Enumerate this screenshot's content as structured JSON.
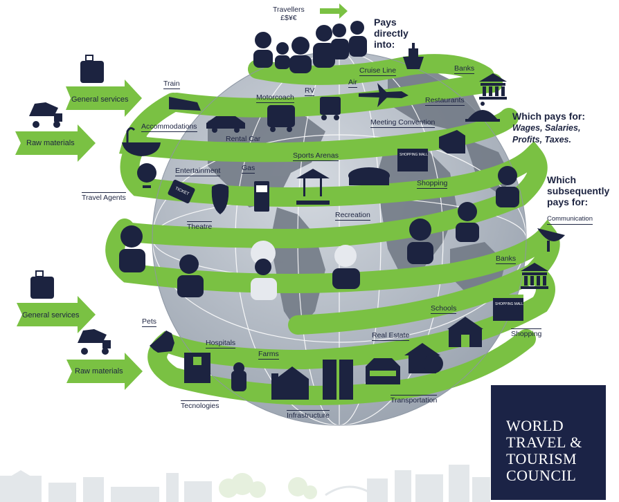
{
  "diagram": {
    "travellers": {
      "label": "Travellers",
      "currency": "£$¥€"
    },
    "headings": {
      "pays_directly": [
        "Pays",
        "directly",
        "into:"
      ],
      "which_pays_for": "Which pays for:",
      "wages": "Wages, Salaries,",
      "profits": "Profits, Taxes.",
      "which_subsequently": [
        "Which",
        "subsequently",
        "pays for:"
      ]
    },
    "inputs_top": {
      "general_services": "General services",
      "raw_materials": "Raw materials"
    },
    "inputs_bottom": {
      "general_services": "General services",
      "raw_materials": "Raw materials"
    },
    "direct": {
      "cruise_line": "Cruise Line",
      "banks": "Banks",
      "air": "Air",
      "rv": "RV",
      "motorcoach": "Motorcoach",
      "train": "Train",
      "restaurants": "Restaurants",
      "accommodations": "Accommodations",
      "rental_car": "Rental Car",
      "meeting_convention": "Meeting Convention",
      "sports_arenas": "Sports Arenas",
      "entertainment": "Entertainment",
      "gas": "Gas",
      "travel_agents": "Travel Agents",
      "shopping": "Shopping",
      "theatre": "Theatre",
      "recreation": "Recreation",
      "ticket": "TICKET",
      "mall": "SHOPPING MALL"
    },
    "indirect": {
      "communication": "Communication",
      "banks": "Banks",
      "schools": "Schools",
      "shopping": "Shopping",
      "real_estate": "Real Estate",
      "pets": "Pets",
      "hospitals": "Hospitals",
      "farms": "Farms",
      "tecnologies": "Tecnologies",
      "infrastructure": "Infrastructure",
      "transportation": "Transportation",
      "mall": "SHOPPING MALL"
    },
    "logo": {
      "lines": [
        "WORLD",
        "TRAVEL &",
        "TOURISM",
        "COUNCIL"
      ]
    },
    "colors": {
      "navy": "#1c2340",
      "green": "#7ac143",
      "globe": "#b7bfca",
      "land": "#6f7783",
      "logo_bg": "#1b2346"
    }
  }
}
